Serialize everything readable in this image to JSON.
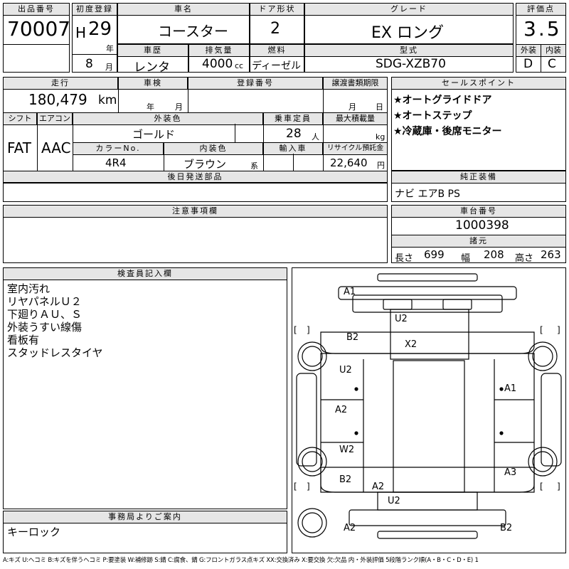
{
  "header": {
    "lot_label": "出品番号",
    "lot": "70007",
    "first_reg_label": "初度登録",
    "era": "H",
    "year_num": "29",
    "year_unit": "年",
    "month_num": "8",
    "month_unit": "月",
    "car_name_label": "車名",
    "car_name": "コースター",
    "door_label": "ドア形状",
    "door": "2",
    "grade_label": "グレード",
    "grade": "EX ロング",
    "score_label": "評価点",
    "score": "3.5",
    "history_label": "車歴",
    "history": "レンタ",
    "displacement_label": "排気量",
    "displacement": "4000",
    "displacement_unit": "cc",
    "fuel_label": "燃料",
    "fuel": "ディーゼル",
    "model_label": "型式",
    "model": "SDG-XZB70",
    "exterior_label": "外装",
    "exterior_grade": "D",
    "interior_label": "内装",
    "interior_grade": "C"
  },
  "mid": {
    "mileage_label": "走行",
    "mileage": "180,479",
    "mileage_unit": "km",
    "inspection_label": "車検",
    "insp_year": "年",
    "insp_month": "月",
    "reg_no_label": "登録番号",
    "transfer_label": "譲渡書類期限",
    "transfer_month": "月",
    "transfer_day": "日",
    "shift_label": "シフト",
    "shift": "FAT",
    "ac_label": "エアコン",
    "ac": "AAC",
    "ext_color_label": "外装色",
    "ext_color": "ゴールド",
    "capacity_label": "乗車定員",
    "capacity": "28",
    "capacity_unit": "人",
    "max_load_label": "最大積載量",
    "max_load_unit": "kg",
    "color_no_label": "カラーNo.",
    "color_no": "4R4",
    "int_color_label": "内装色",
    "int_color": "ブラウン",
    "int_color_unit": "系",
    "import_label": "輸入車",
    "recycle_label": "リサイクル預託金",
    "recycle": "22,640",
    "recycle_unit": "円",
    "later_label": "後日発送部品"
  },
  "sales": {
    "label": "セールスポイント",
    "points": [
      "★オートグライドドア",
      "★オートステップ",
      "★冷蔵庫・後席モニター"
    ]
  },
  "equipment": {
    "label": "純正装備",
    "value": "ナビ エアB PS"
  },
  "notes": {
    "label": "注意事項欄"
  },
  "chassis": {
    "label": "車台番号",
    "value": "1000398",
    "dims_label": "諸元",
    "length_label": "長さ",
    "length": "699",
    "width_label": "幅",
    "width": "208",
    "height_label": "高さ",
    "height": "263"
  },
  "inspector": {
    "label": "検査員記入欄",
    "lines": [
      "室内汚れ",
      "リヤパネルＵ２",
      "下廻りＡＵ、Ｓ",
      "外装うすい線傷",
      "看板有",
      "スタッドレスタイヤ"
    ]
  },
  "office": {
    "label": "事務局よりご案内",
    "value": "キーロック"
  },
  "damage_map": {
    "marks": {
      "front_bumper": "A1",
      "front_upper": "U2",
      "hood_left": "B2",
      "hood_center": "X2",
      "left_front_door": "U2",
      "left_mid": "A2",
      "left_rear_wheel": "W2",
      "left_rear": "B2",
      "rear_step": "A2",
      "right_front": "A1",
      "right_rear": "A3",
      "rear_panel": "U2",
      "rear_bumper_left": "A2",
      "rear_bumper_right": "B2"
    },
    "bracket_open": "[",
    "bracket_close": "]"
  },
  "legend": "A:キズ U:ヘコミ B:キズを伴うヘコミ P:要塗装 W:補修跡 S:錆 C:腐食、錆 G:フロントガラス点キズ XX:交換済み X:要交換 欠:欠品 内・外装評価 5段階ランク順(A・B・C・D・E) 1"
}
